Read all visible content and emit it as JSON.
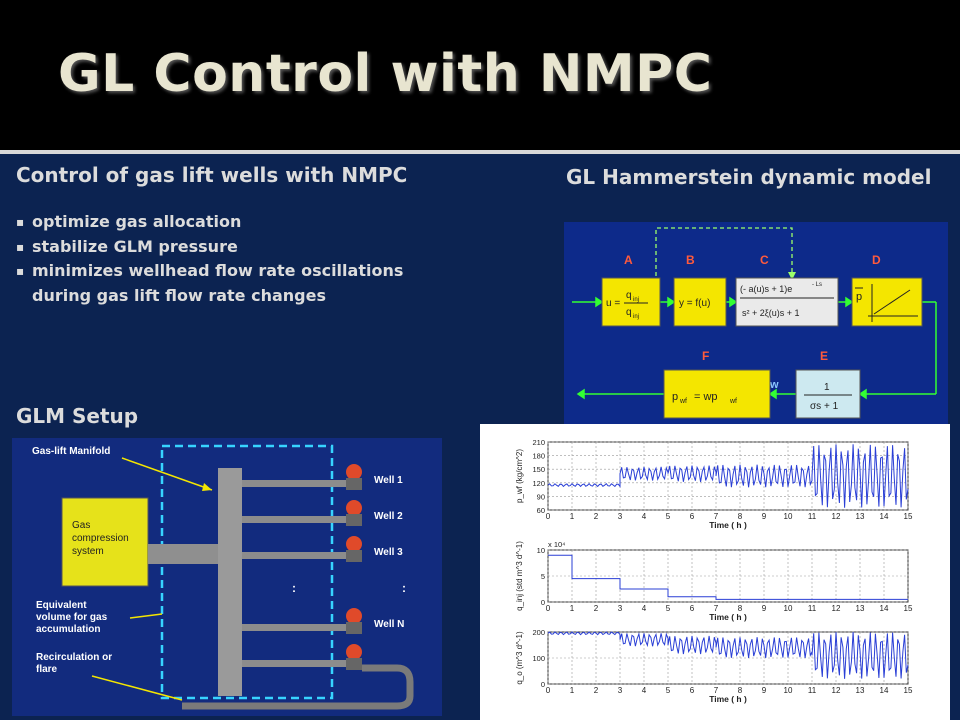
{
  "slide": {
    "title": "GL Control with NMPC",
    "left_heading": "Control of gas lift wells with NMPC",
    "bullets": [
      "optimize gas allocation",
      "stabilize GLM pressure",
      "minimizes wellhead flow rate oscillations during gas lift flow rate changes"
    ],
    "setup_heading": "GLM Setup",
    "model_heading": "GL Hammerstein dynamic model"
  },
  "block_diagram": {
    "letters": [
      "A",
      "B",
      "C",
      "D",
      "E",
      "F"
    ],
    "block_a_u": "u =",
    "block_a_num": "q",
    "block_a_num_sub": "inj",
    "block_a_den": "q",
    "block_a_den_sub": "inj",
    "block_b": "y = f(u)",
    "block_c_top": "(- a(u)s + 1)e",
    "block_c_exp": "- Ls",
    "block_c_bottom": "s² + 2ξ(u)s + 1",
    "block_d": "p",
    "block_e_num": "1",
    "block_e_den": "σs + 1",
    "block_f": "p",
    "block_f_sub": "wf",
    "block_f_eq": "= wp",
    "block_f_sub2": "wf",
    "signal_w": "w"
  },
  "manifold": {
    "manifold_label": "Gas-lift Manifold",
    "compression_label": [
      "Gas",
      "compression",
      "system"
    ],
    "volume_label": [
      "Equivalent",
      "volume for gas",
      "accumulation"
    ],
    "recirc_label": [
      "Recirculation or",
      "flare"
    ],
    "wells": [
      "Well 1",
      "Well 2",
      "Well 3",
      "Well N"
    ],
    "dots": ":"
  },
  "chart_data": [
    {
      "type": "line",
      "ylabel": "p_wf (kg/cm^2)",
      "xlabel": "Time ( h )",
      "xlim": [
        0,
        15
      ],
      "ylim": [
        60,
        210
      ],
      "yticks": [
        60,
        90,
        120,
        150,
        180,
        210
      ],
      "ytick_labels": [
        "210",
        "180",
        "150",
        "120",
        "90",
        "60"
      ],
      "xticks": [
        "0",
        "1",
        "2",
        "3",
        "4",
        "5",
        "6",
        "7",
        "8",
        "9",
        "10",
        "11",
        "12",
        "13",
        "14",
        "15"
      ],
      "series": [
        {
          "segments": [
            {
              "t0": 0,
              "t1": 3,
              "center": 115,
              "amp": 3
            },
            {
              "t0": 3,
              "t1": 5,
              "center": 140,
              "amp": 15
            },
            {
              "t0": 5,
              "t1": 7,
              "center": 140,
              "amp": 18
            },
            {
              "t0": 7,
              "t1": 11,
              "center": 135,
              "amp": 25
            },
            {
              "t0": 11,
              "t1": 15,
              "center": 135,
              "amp": 70
            }
          ]
        }
      ]
    },
    {
      "type": "line",
      "ylabel": "q_inj (std m^3 d^-1)",
      "xlabel": "Time ( h )",
      "multiplier": "x 10⁴",
      "xlim": [
        0,
        15
      ],
      "ylim": [
        0,
        10
      ],
      "yticks": [
        0,
        5,
        10
      ],
      "xticks": [
        "0",
        "1",
        "2",
        "3",
        "4",
        "5",
        "6",
        "7",
        "8",
        "9",
        "10",
        "11",
        "12",
        "13",
        "14",
        "15"
      ],
      "x": [
        0,
        1,
        1,
        3,
        3,
        5,
        5,
        7,
        7,
        15
      ],
      "y": [
        9,
        9,
        4.5,
        4.5,
        2.5,
        2.5,
        1,
        1,
        0.5,
        0.5
      ]
    },
    {
      "type": "line",
      "ylabel": "q_o (m^3 d^-1)",
      "xlabel": "Time ( h )",
      "xlim": [
        0,
        15
      ],
      "ylim": [
        0,
        200
      ],
      "yticks": [
        0,
        100,
        200
      ],
      "xticks": [
        "0",
        "1",
        "2",
        "3",
        "4",
        "5",
        "6",
        "7",
        "8",
        "9",
        "10",
        "11",
        "12",
        "13",
        "14",
        "15"
      ],
      "series": [
        {
          "segments": [
            {
              "t0": 0,
              "t1": 3,
              "center": 195,
              "amp": 5
            },
            {
              "t0": 3,
              "t1": 5,
              "center": 170,
              "amp": 25
            },
            {
              "t0": 5,
              "t1": 7,
              "center": 150,
              "amp": 35
            },
            {
              "t0": 7,
              "t1": 11,
              "center": 140,
              "amp": 40
            },
            {
              "t0": 11,
              "t1": 15,
              "center": 110,
              "amp": 90
            }
          ]
        }
      ]
    }
  ],
  "colors": {
    "background": "#0c2351",
    "title": "#e8e5d0",
    "block_fill": "#f4e600",
    "diagram_bg": "#0d2a8a",
    "plot_line": "#2a3fd6"
  }
}
